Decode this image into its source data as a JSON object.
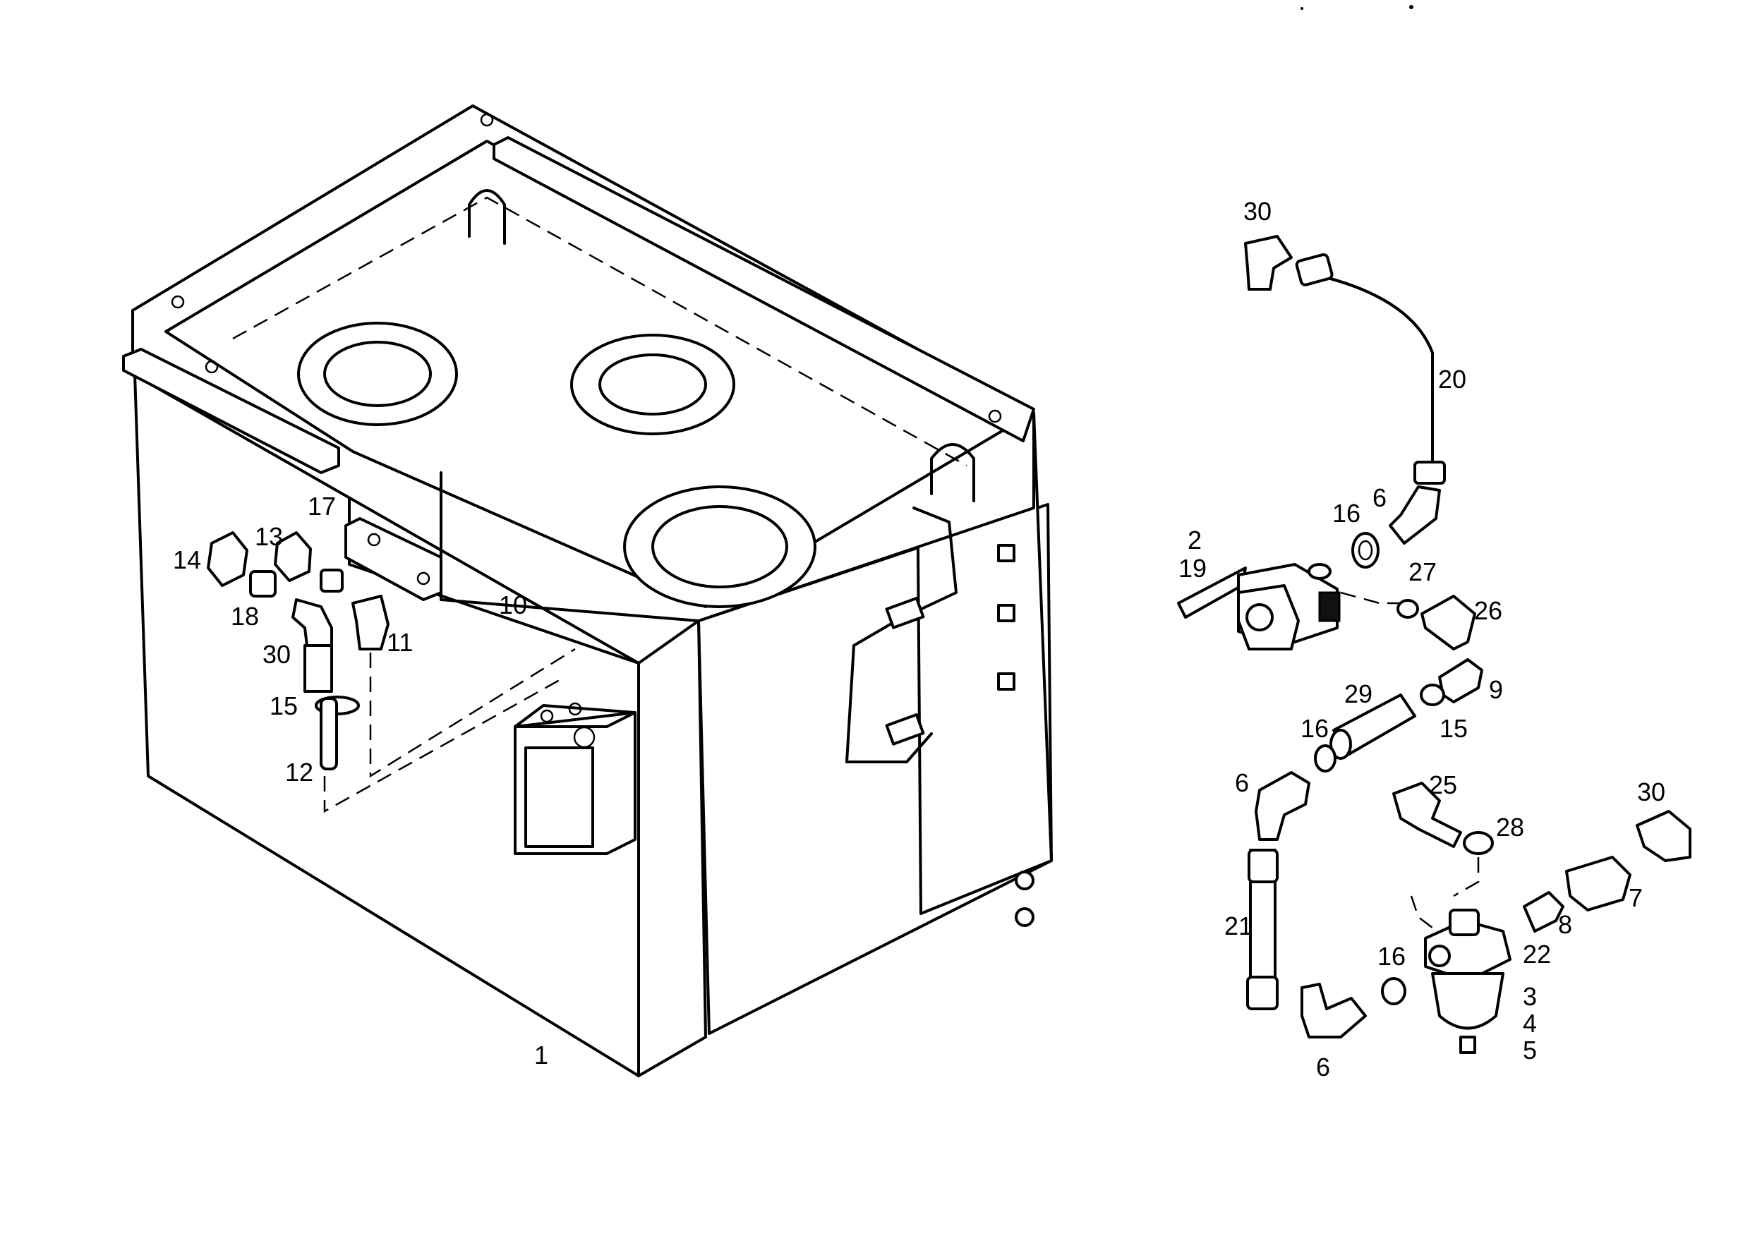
{
  "callouts": {
    "tank": "1",
    "flange_plug": "10",
    "adapter_elbow_11": "11",
    "dipstick_tube": "12",
    "cap_13": "13",
    "cap_14": "14",
    "seal_15_left": "15",
    "adapter_17": "17",
    "nipple_18": "18",
    "elbow_30_left": "30",
    "elbow_30_top": "30",
    "hose_20": "20",
    "elbow_6_top": "6",
    "seal_16_top": "16",
    "valve_label_2": "2",
    "valve_label_19": "19",
    "washer_27": "27",
    "bolt_26": "26",
    "coupling_29": "29",
    "adapter_9": "9",
    "seal_16_mid": "16",
    "seal_15_mid": "15",
    "elbow_6_mid": "6",
    "bolt_25": "25",
    "washer_28": "28",
    "elbow_30_right": "30",
    "pipe_21": "21",
    "tee_7": "7",
    "adapter_8": "8",
    "seal_16_bottom": "16",
    "filter_22": "22",
    "filter_3": "3",
    "filter_4": "4",
    "filter_5": "5",
    "elbow_6_bottom": "6"
  }
}
